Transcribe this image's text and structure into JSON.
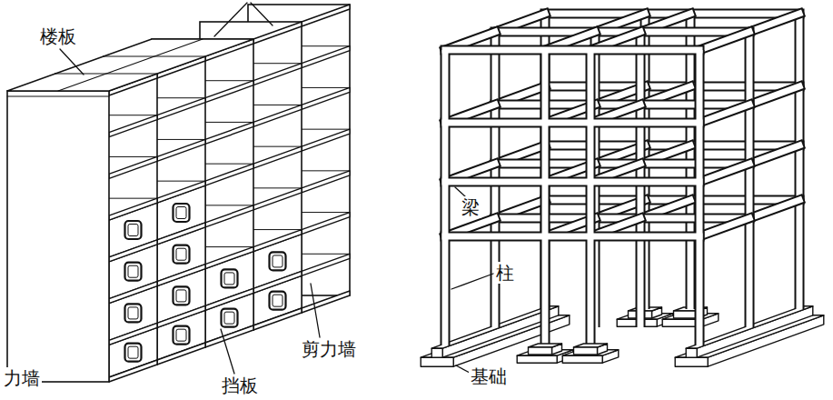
{
  "diagram": {
    "labels": [
      "楼板",
      "梁",
      "柱",
      "剪力墙",
      "基础",
      "力墙",
      "挡板"
    ]
  }
}
